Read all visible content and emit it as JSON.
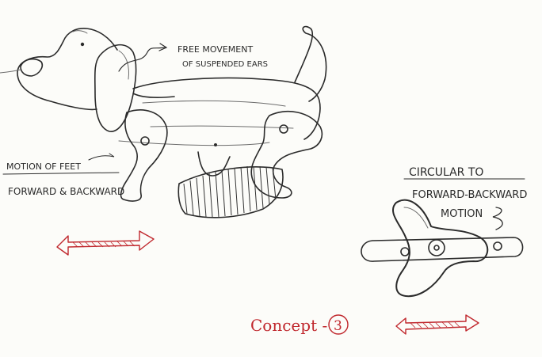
{
  "labels": {
    "ears_line1": "FREE MOVEMENT",
    "ears_line2": "OF SUSPENDED EARS",
    "feet_line1": "MOTION OF FEET",
    "feet_line2": "FORWARD & BACKWARD",
    "mech_line1": "CIRCULAR TO",
    "mech_line2": "FORWARD-BACKWARD",
    "mech_line3": "MOTION",
    "concept_word": "Concept -",
    "concept_number": "3"
  },
  "colors": {
    "pencil": "#2b2b2b",
    "accent_red": "#c0272d",
    "paper": "#fcfcf9"
  }
}
